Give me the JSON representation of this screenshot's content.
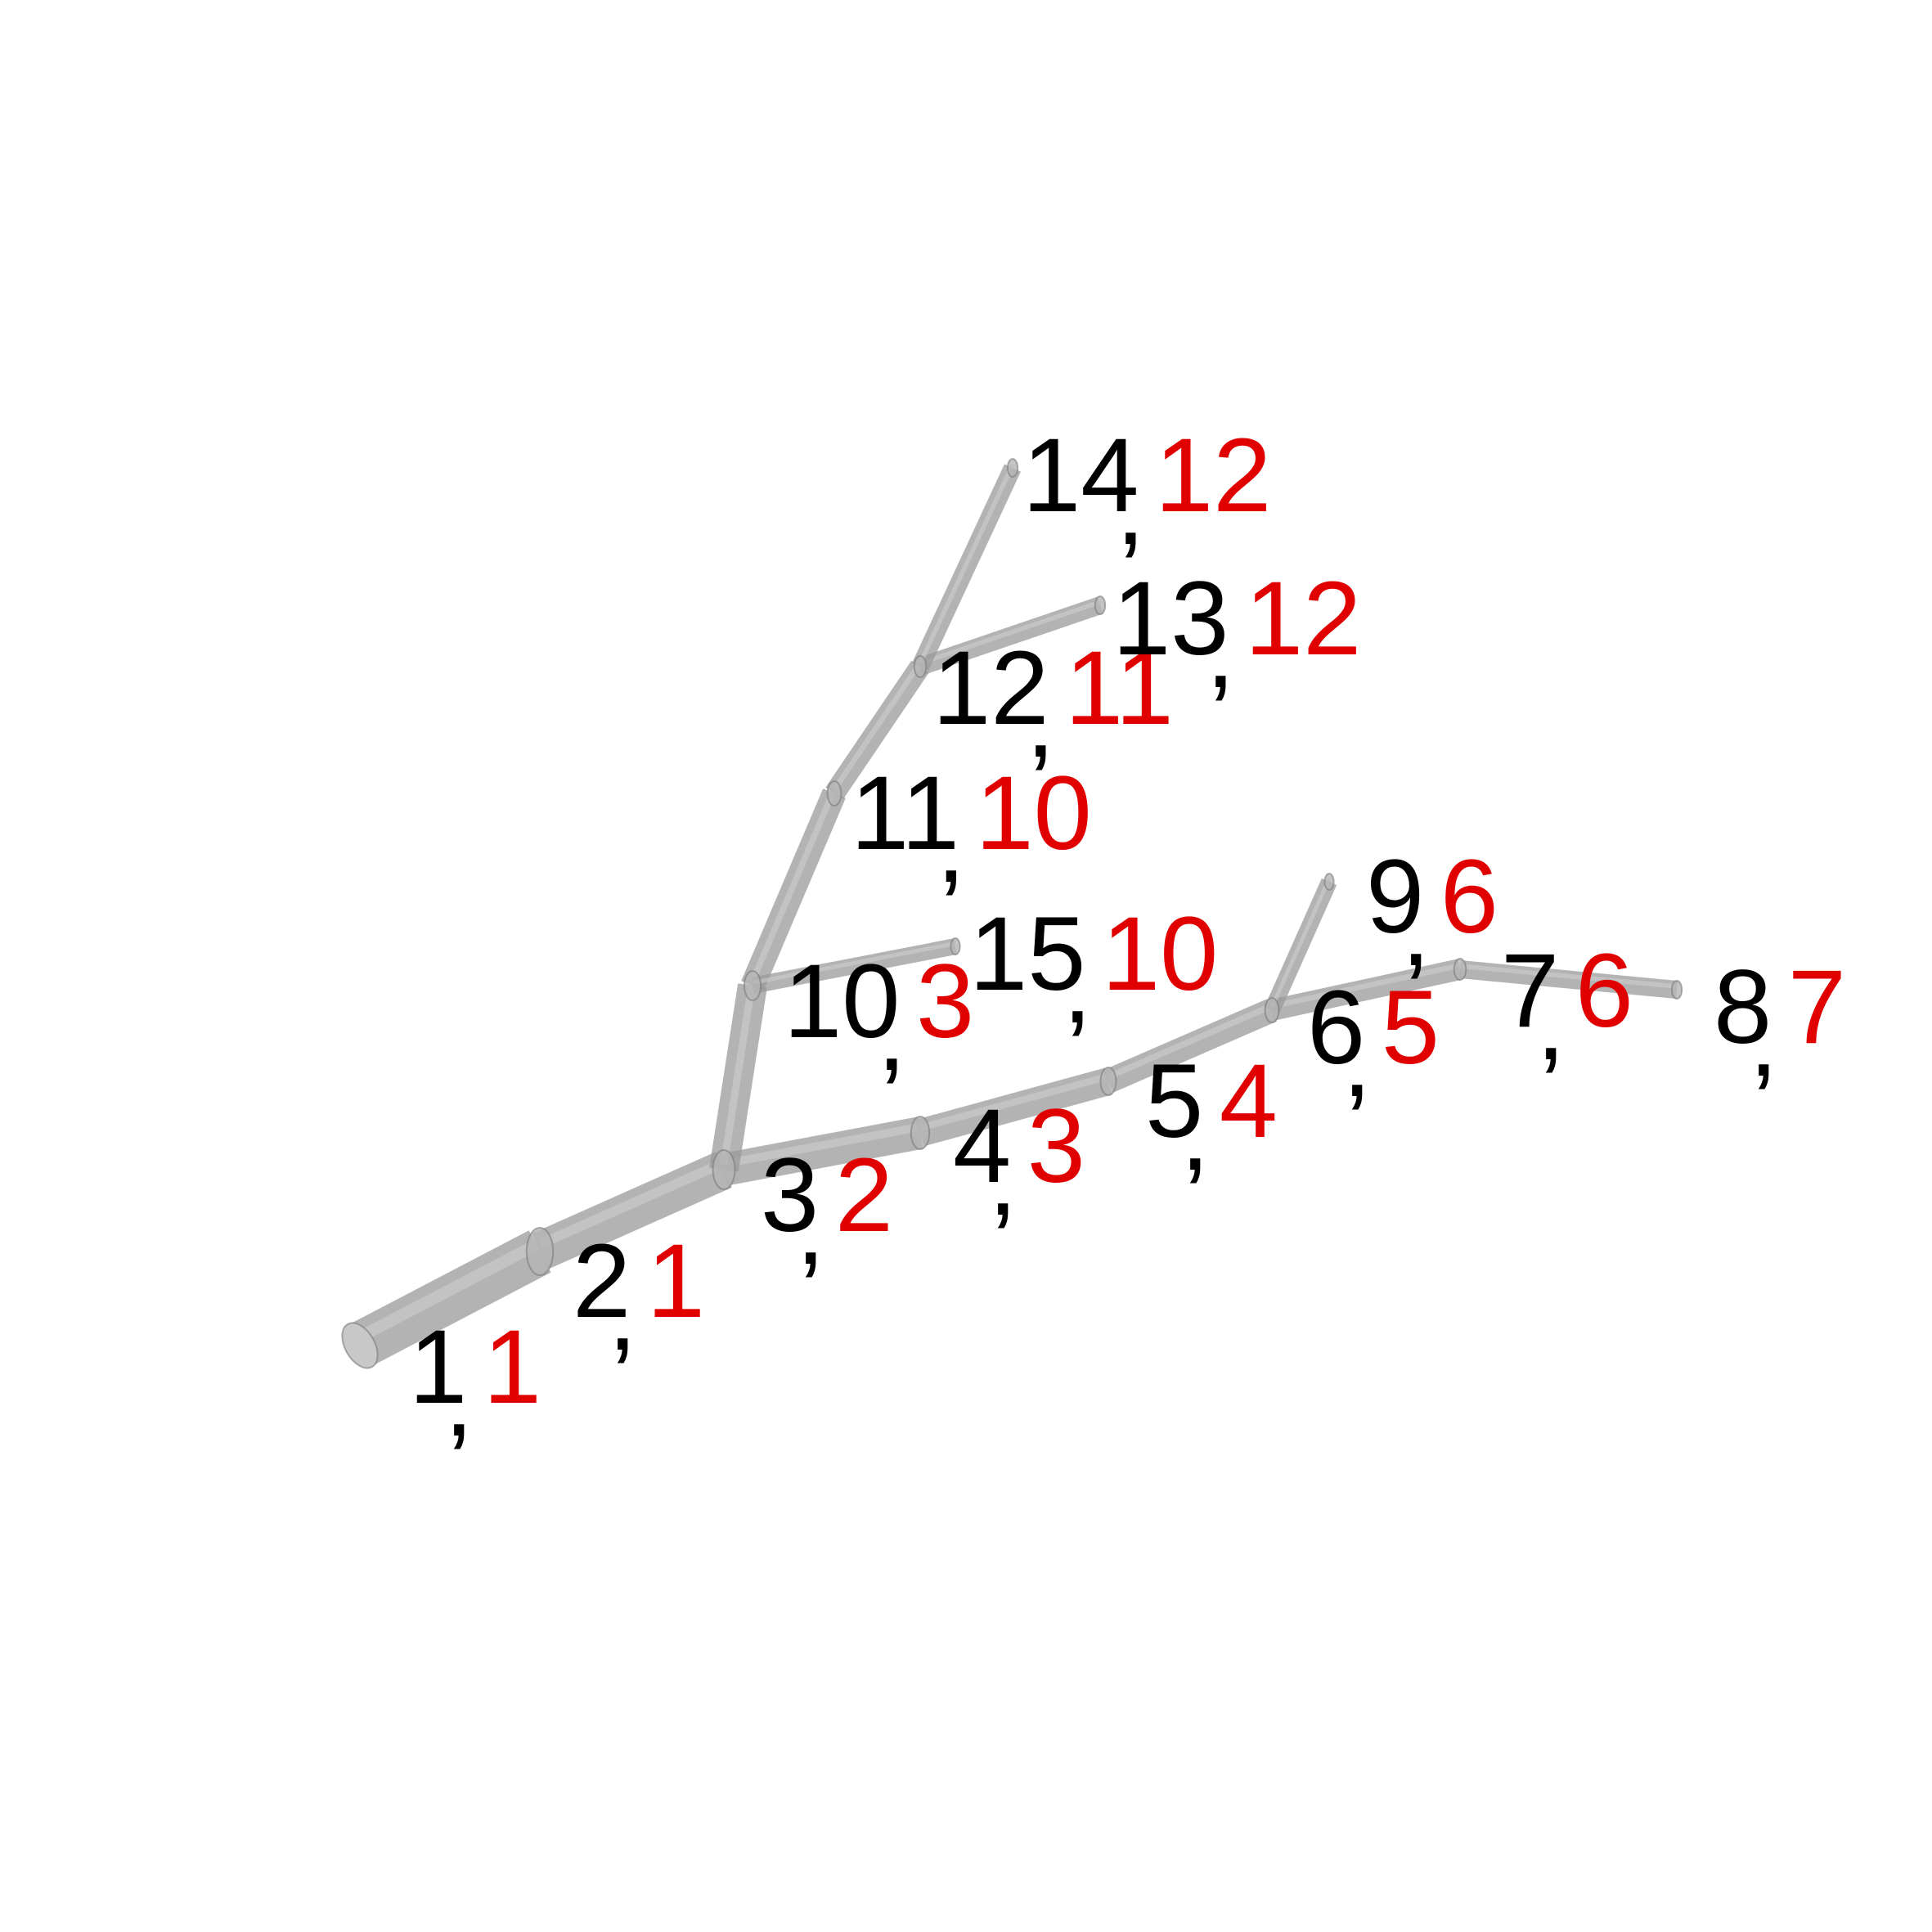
{
  "colors": {
    "background": "#ffffff",
    "branch": "#9a9a9a",
    "branch_edge": "#7a7a7a",
    "id_text": "#000000",
    "value_text": "#e00000"
  },
  "nodes": [
    {
      "id": "1",
      "value": "1"
    },
    {
      "id": "2",
      "value": "1"
    },
    {
      "id": "3",
      "value": "2"
    },
    {
      "id": "4",
      "value": "3"
    },
    {
      "id": "5",
      "value": "4"
    },
    {
      "id": "6",
      "value": "5"
    },
    {
      "id": "7",
      "value": "6"
    },
    {
      "id": "8",
      "value": "7"
    },
    {
      "id": "9",
      "value": "6"
    },
    {
      "id": "10",
      "value": "3"
    },
    {
      "id": "11",
      "value": "10"
    },
    {
      "id": "12",
      "value": "11"
    },
    {
      "id": "13",
      "value": "12"
    },
    {
      "id": "14",
      "value": "12"
    },
    {
      "id": "15",
      "value": "10"
    }
  ],
  "segments": [
    {
      "from": "1",
      "to": "2"
    },
    {
      "from": "2",
      "to": "3"
    },
    {
      "from": "3",
      "to": "4"
    },
    {
      "from": "4",
      "to": "5"
    },
    {
      "from": "5",
      "to": "6"
    },
    {
      "from": "6",
      "to": "7"
    },
    {
      "from": "7",
      "to": "8"
    },
    {
      "from": "6",
      "to": "9"
    },
    {
      "from": "3",
      "to": "10"
    },
    {
      "from": "10",
      "to": "11"
    },
    {
      "from": "11",
      "to": "12"
    },
    {
      "from": "12",
      "to": "13"
    },
    {
      "from": "12",
      "to": "14"
    },
    {
      "from": "10",
      "to": "15"
    }
  ]
}
